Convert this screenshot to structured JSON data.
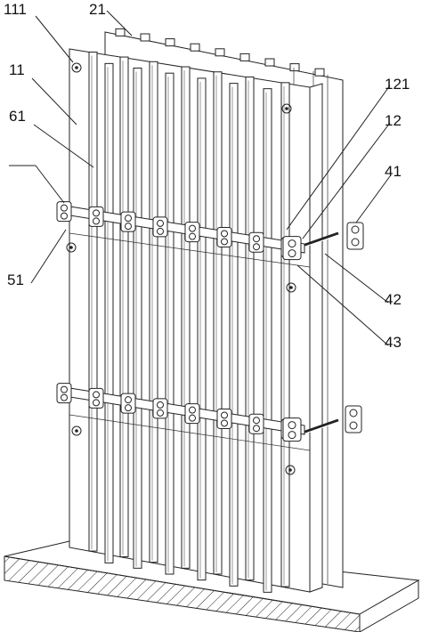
{
  "figure": {
    "labels": {
      "l111": "111",
      "l21": "21",
      "l11": "11",
      "l61": "61",
      "l121": "121",
      "l12": "12",
      "l41": "41",
      "l51": "51",
      "l42": "42",
      "l43": "43"
    }
  }
}
